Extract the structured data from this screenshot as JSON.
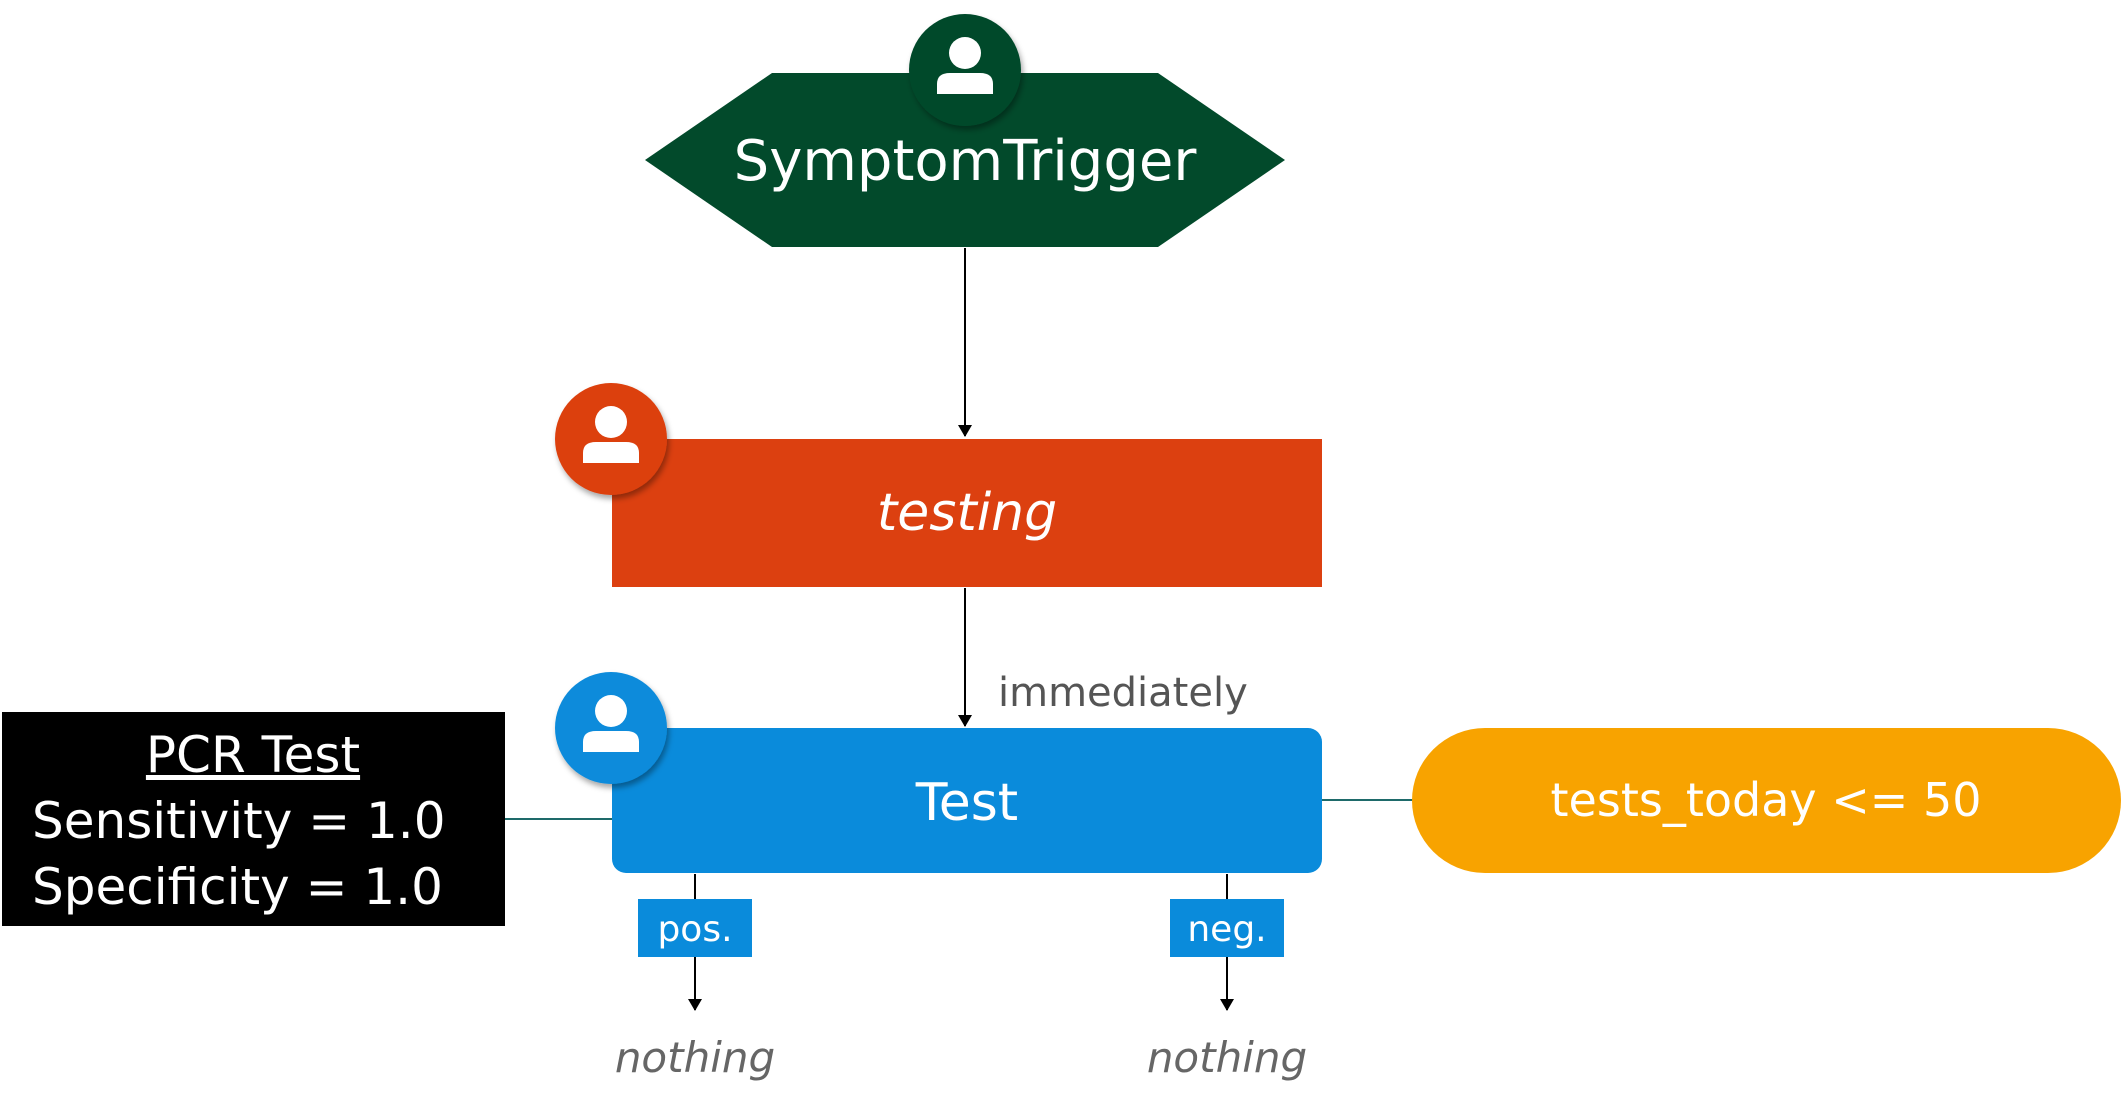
{
  "trigger": {
    "label": "SymptomTrigger",
    "icon": "person-icon",
    "color": "#024a2b"
  },
  "state": {
    "label": "testing",
    "icon": "person-icon",
    "color": "#dc4010"
  },
  "edge_state_to_test": {
    "label": "immediately"
  },
  "test": {
    "label": "Test",
    "icon": "person-icon",
    "color": "#0a8bdb"
  },
  "info_box": {
    "title": "PCR Test",
    "lines": [
      "Sensitivity = 1.0",
      "Specificity = 1.0"
    ],
    "color": "#000000"
  },
  "condition": {
    "label": "tests_today <= 50",
    "color": "#f8a300"
  },
  "branches": [
    {
      "tag": "pos.",
      "outcome": "nothing"
    },
    {
      "tag": "neg.",
      "outcome": "nothing"
    }
  ],
  "colors": {
    "tag": "#0a8bdb",
    "edge": "#000000",
    "connector": "#1e6a6a"
  }
}
